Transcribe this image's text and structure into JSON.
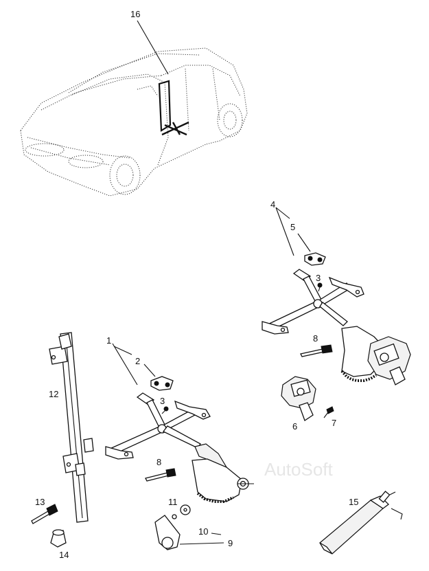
{
  "callouts": {
    "n16": "16",
    "n4": "4",
    "n5": "5",
    "n3b": "3",
    "n8b": "8",
    "n6": "6",
    "n7": "7",
    "n1": "1",
    "n2": "2",
    "n3a": "3",
    "n12": "12",
    "n8a": "8",
    "n11": "11",
    "n10": "10",
    "n9": "9",
    "n13": "13",
    "n14": "14",
    "n15": "15"
  },
  "watermark": "AutoSoft"
}
